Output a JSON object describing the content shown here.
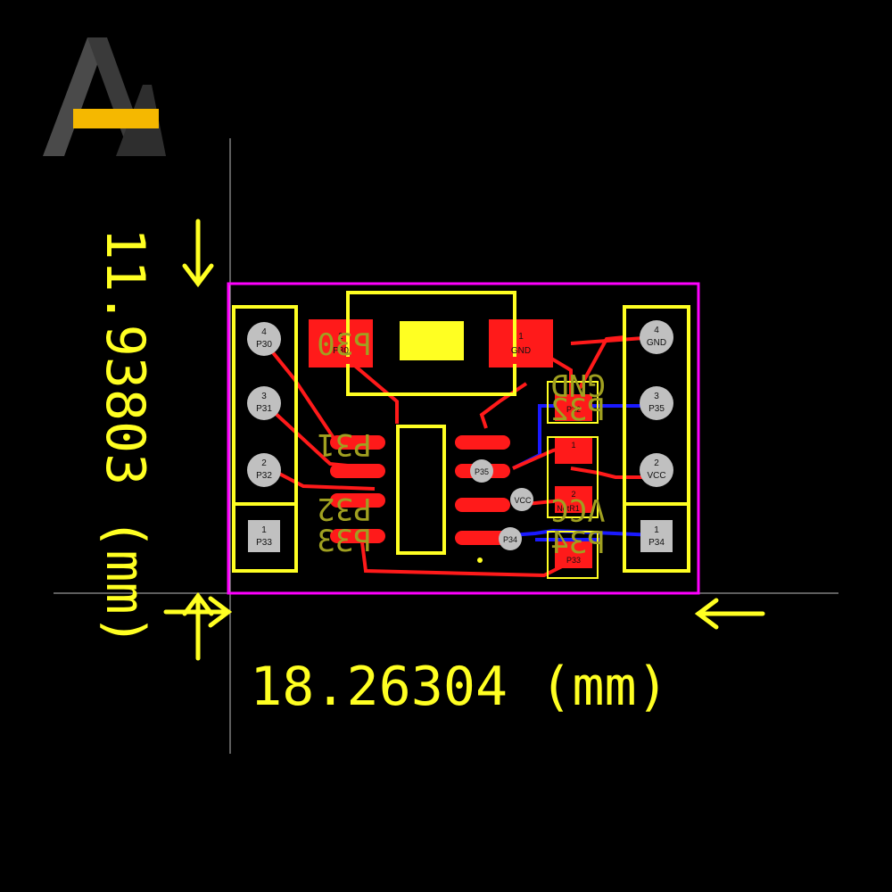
{
  "dimensions": {
    "width_label": "18.26304 (mm)",
    "height_label": "11.93803 (mm)"
  },
  "left_header": {
    "pins": [
      {
        "number": "4",
        "name": "P30"
      },
      {
        "number": "3",
        "name": "P31"
      },
      {
        "number": "2",
        "name": "P32"
      },
      {
        "number": "1",
        "name": "P33"
      }
    ]
  },
  "right_header": {
    "pins": [
      {
        "number": "4",
        "name": "GND"
      },
      {
        "number": "3",
        "name": "P35"
      },
      {
        "number": "2",
        "name": "VCC"
      },
      {
        "number": "1",
        "name": "P34"
      }
    ]
  },
  "silkscreen": {
    "left_labels": [
      "P30",
      "P31",
      "P32",
      "P33"
    ],
    "right_labels": [
      "GND",
      "P32",
      "VCC",
      "P34"
    ]
  },
  "top_pads": {
    "left": {
      "number": "2",
      "name": "P30"
    },
    "right": {
      "number": "1",
      "name": "GND"
    }
  },
  "small_pads": {
    "p32": {
      "name": "P32"
    },
    "vcc1": {
      "number": "1"
    },
    "vcc2": {
      "number": "2",
      "name": "NetR1"
    },
    "p33": {
      "name": "P33"
    }
  },
  "chip_pins": {
    "p35": "P35",
    "vcc": "VCC",
    "p34": "P34"
  },
  "colors": {
    "board_outline": "#ff00ff",
    "copper_top": "#ff1a1a",
    "copper_bottom": "#1a1aff",
    "silkscreen": "#ffff22",
    "pad": "#c0c0c0",
    "background": "#000000"
  }
}
